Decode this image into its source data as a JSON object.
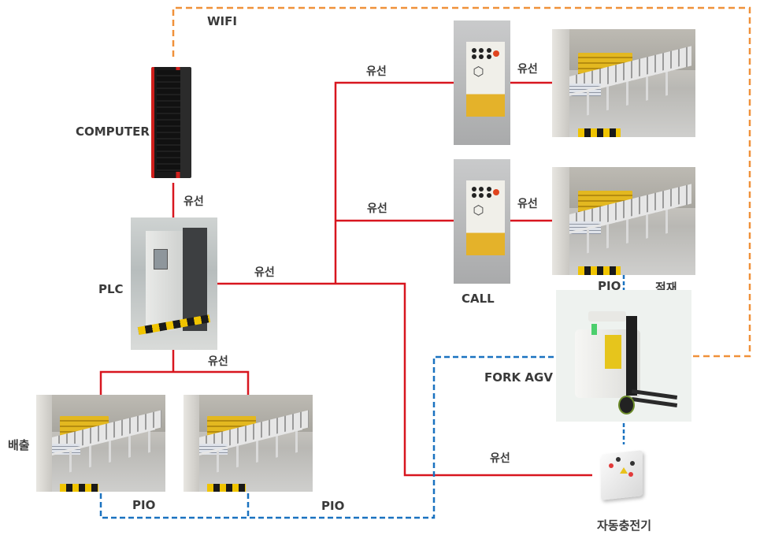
{
  "diagram": {
    "title": "AGV system network configuration",
    "colors": {
      "wired": "#d8161f",
      "wifi": "#f0913a",
      "pio": "#1a72c0",
      "label": "#3a3a3a"
    },
    "legend_semantics": {
      "wired": "유선",
      "wifi": "WIFI",
      "pio": "PIO"
    },
    "nodes": {
      "computer": {
        "label": "COMPUTER",
        "icon": "server-rack-icon"
      },
      "plc": {
        "label": "PLC",
        "icon": "control-cabinet-icon"
      },
      "call_top": {
        "label": "",
        "icon": "call-button-box-icon"
      },
      "call_bottom": {
        "label": "CALL",
        "icon": "call-button-box-icon"
      },
      "conveyor_load_top": {
        "label": "",
        "icon": "conveyor-icon"
      },
      "conveyor_load_bottom": {
        "label": "적재",
        "icon": "conveyor-icon"
      },
      "conveyor_unload_left": {
        "label": "배출",
        "icon": "conveyor-icon"
      },
      "conveyor_unload_right": {
        "label": "",
        "icon": "conveyor-icon"
      },
      "fork_agv": {
        "label": "FORK AGV",
        "icon": "forklift-agv-icon"
      },
      "charger": {
        "label": "자동충전기",
        "icon": "auto-charger-icon"
      }
    },
    "connections": [
      {
        "id": "wifi",
        "type": "wifi",
        "label": "WIFI",
        "from": "computer",
        "to": "fork_agv"
      },
      {
        "id": "computer-plc",
        "type": "wired",
        "label": "유선",
        "from": "computer",
        "to": "plc"
      },
      {
        "id": "plc-bus",
        "type": "wired",
        "label": "유선",
        "from": "plc",
        "to": "bus"
      },
      {
        "id": "bus-call-top",
        "type": "wired",
        "label": "유선",
        "from": "bus",
        "to": "call_top"
      },
      {
        "id": "bus-call-bottom",
        "type": "wired",
        "label": "유선",
        "from": "bus",
        "to": "call_bottom"
      },
      {
        "id": "call-top-conveyor",
        "type": "wired",
        "label": "유선",
        "from": "call_top",
        "to": "conveyor_load_top"
      },
      {
        "id": "call-bottom-conveyor",
        "type": "wired",
        "label": "유선",
        "from": "call_bottom",
        "to": "conveyor_load_bottom"
      },
      {
        "id": "plc-unload",
        "type": "wired",
        "label": "유선",
        "from": "plc",
        "to": "conveyor_unload_left,conveyor_unload_right"
      },
      {
        "id": "plc-charger",
        "type": "wired",
        "label": "유선",
        "from": "plc",
        "to": "charger"
      },
      {
        "id": "load-agv-pio",
        "type": "pio",
        "label": "PIO",
        "from": "conveyor_load_bottom",
        "to": "fork_agv"
      },
      {
        "id": "unload-pio",
        "type": "pio",
        "label": "PIO",
        "from": "conveyor_unload_left",
        "to": "conveyor_unload_right"
      },
      {
        "id": "unload-agv-pio",
        "type": "pio",
        "label": "PIO",
        "from": "conveyor_unload_right",
        "to": "fork_agv"
      },
      {
        "id": "agv-charger",
        "type": "pio",
        "label": "",
        "from": "fork_agv",
        "to": "charger"
      }
    ],
    "labels": {
      "wifi": "WIFI",
      "wired_computer_plc": "유선",
      "wired_plc_bus": "유선",
      "wired_bus_call_top": "유선",
      "wired_bus_call_bottom": "유선",
      "wired_call_top_conveyor": "유선",
      "wired_call_bottom_conveyor": "유선",
      "wired_plc_unload": "유선",
      "wired_plc_charger": "유선",
      "pio_load_agv": "PIO",
      "pio_unload_between": "PIO",
      "pio_unload_agv": "PIO"
    }
  }
}
